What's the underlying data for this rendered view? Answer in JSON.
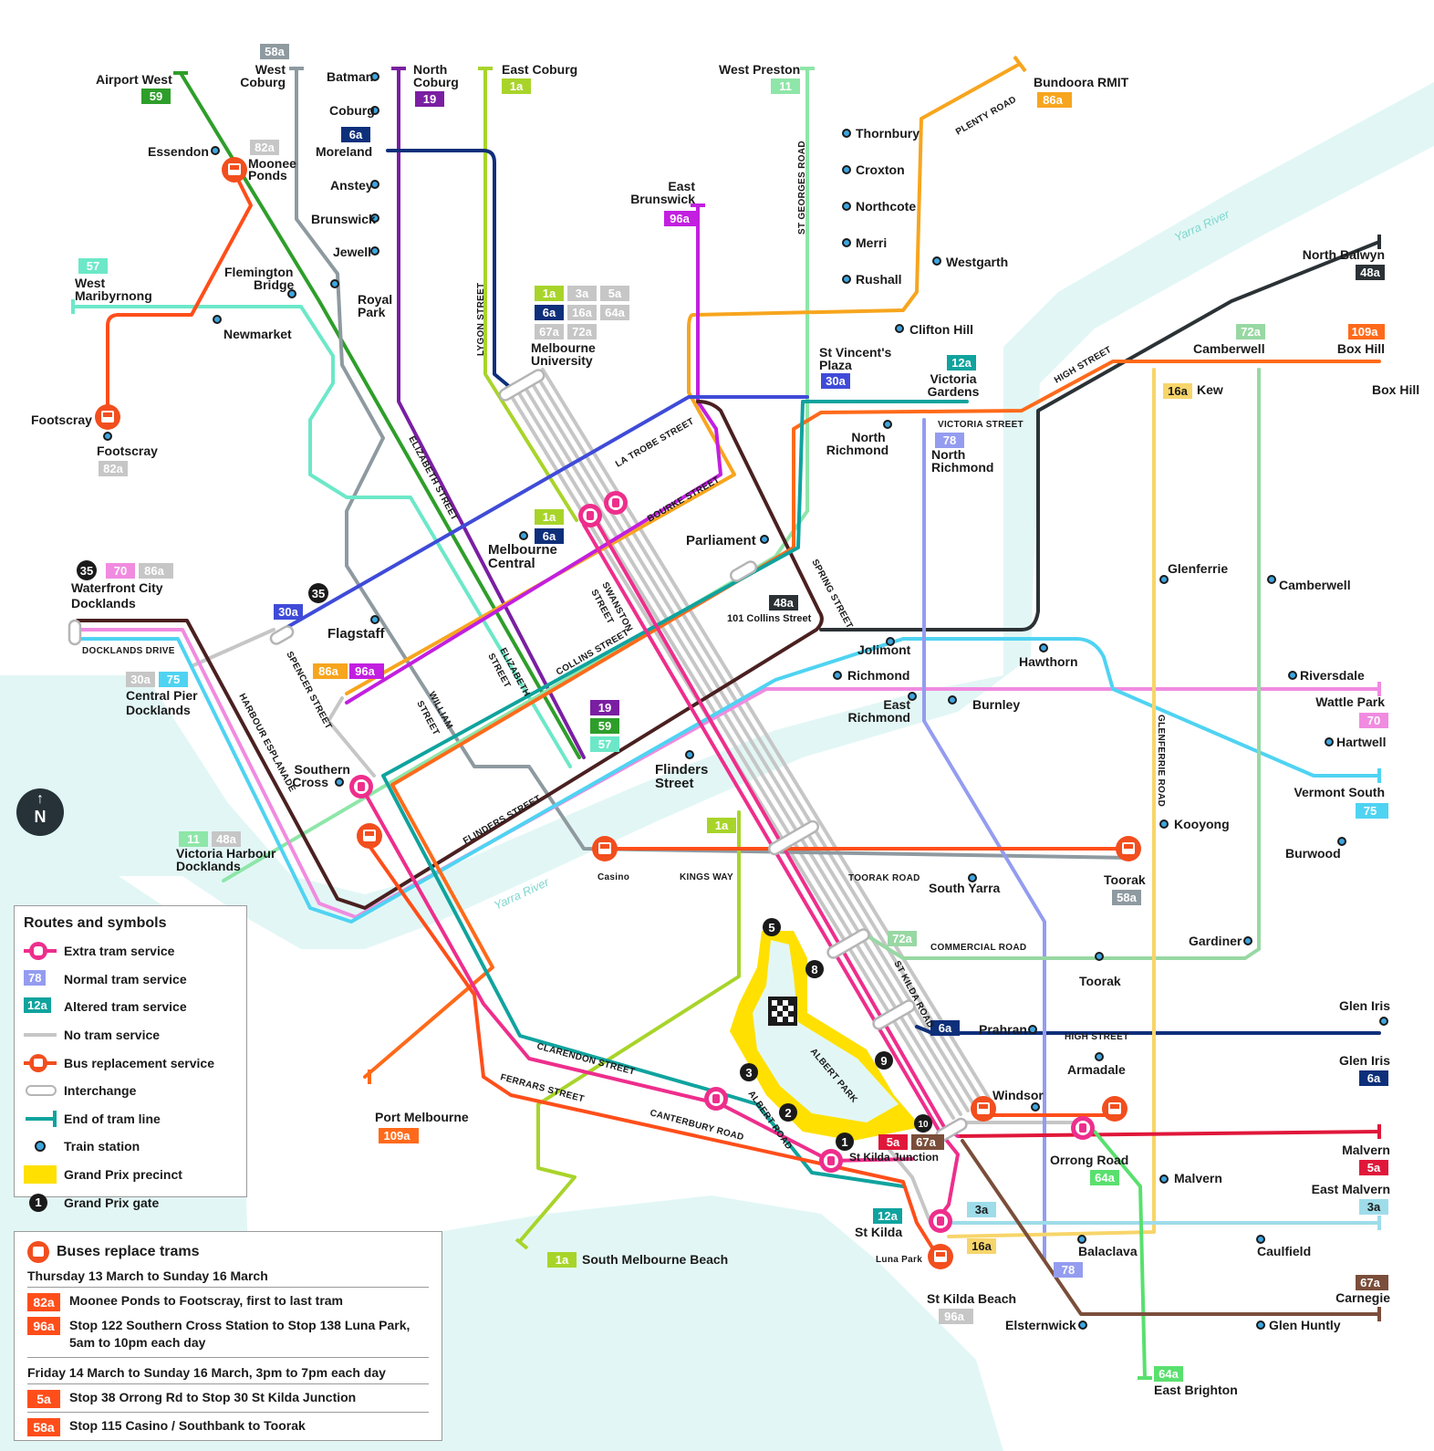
{
  "colors": {
    "water": "#e2f7f5",
    "r1a": "#a8d42a",
    "r3a": "#9fdcea",
    "r5a": "#e0173a",
    "r6a": "#0e2f7a",
    "r11": "#8ee6a8",
    "r12a": "#10a39e",
    "r16a": "#f7d56a",
    "r19": "#7a1fa2",
    "r30a": "#3f4bd8",
    "r35": "#1a1a1a",
    "r48a": "#2b3236",
    "r57": "#6ce8c8",
    "r58a": "#8e9aa0",
    "r59": "#2e9e2a",
    "r64a": "#59e06e",
    "r67a": "#7a4e3a",
    "r70": "#f08be0",
    "r72a": "#98d8a3",
    "r75": "#4fd3f2",
    "r78": "#949cf0",
    "r82a": "#ff4e1a",
    "r86a": "#f7a51e",
    "r96a": "#c21fe0",
    "r109a": "#ff6a1a",
    "extra": "#ee2e8c",
    "none": "#c6c6c6",
    "precinct": "#ffe000",
    "busred": "#f24e1e",
    "gate": "#1a1a1a",
    "brown": "#4a2020"
  },
  "badges": {
    "b58a": "58a",
    "b59": "59",
    "b19": "19",
    "b1a": "1a",
    "b6a": "6a",
    "b82a": "82a",
    "b57": "57",
    "b11": "11",
    "b86a": "86a",
    "b96a": "96a",
    "b30a": "30a",
    "b12a": "12a",
    "b78": "78",
    "b48a": "48a",
    "b72a": "72a",
    "b109a": "109a",
    "b16a": "16a",
    "b3a": "3a",
    "b5a": "5a",
    "b16a2": "16a",
    "b64a": "64a",
    "b67a": "67a",
    "b72a2": "72a",
    "b70": "70",
    "b75": "75",
    "b35": "35"
  },
  "places": {
    "airport_west": "Airport West",
    "west_coburg_1": "West",
    "west_coburg_2": "Coburg",
    "batman": "Batman",
    "north_coburg_1": "North",
    "north_coburg_2": "Coburg",
    "east_coburg": "East Coburg",
    "coburg": "Coburg",
    "essendon": "Essendon",
    "moonee_1": "Moonee",
    "moonee_2": "Ponds",
    "moreland": "Moreland",
    "anstey": "Anstey",
    "brunswick": "Brunswick",
    "jewell": "Jewell",
    "flemington_1": "Flemington",
    "flemington_2": "Bridge",
    "royal_1": "Royal",
    "royal_2": "Park",
    "west_maribyrnong_1": "West",
    "west_maribyrnong_2": "Maribyrnong",
    "newmarket": "Newmarket",
    "footscray": "Footscray",
    "footscray_stn": "Footscray",
    "melb_uni_1": "Melbourne",
    "melb_uni_2": "University",
    "west_preston": "West Preston",
    "bundoora": "Bundoora RMIT",
    "east_brunswick_1": "East",
    "east_brunswick_2": "Brunswick",
    "thornbury": "Thornbury",
    "croxton": "Croxton",
    "northcote": "Northcote",
    "merri": "Merri",
    "rushall": "Rushall",
    "westgarth": "Westgarth",
    "clifton_hill": "Clifton Hill",
    "north_balwyn": "North Balwyn",
    "st_vincents_1": "St Vincent's",
    "st_vincents_2": "Plaza",
    "victoria_gardens_1": "Victoria",
    "victoria_gardens_2": "Gardens",
    "camberwell_top": "Camberwell",
    "box_hill_top": "Box Hill",
    "box_hill": "Box Hill",
    "kew": "Kew",
    "north_richmond_stn_1": "North",
    "north_richmond_stn_2": "Richmond",
    "north_richmond_1": "North",
    "north_richmond_2": "Richmond",
    "melb_central_1": "Melbourne",
    "melb_central_2": "Central",
    "parliament": "Parliament",
    "waterfront_1": "Waterfront City",
    "waterfront_2": "Docklands",
    "flagstaff": "Flagstaff",
    "collins_101": "101 Collins Street",
    "jolimont": "Jolimont",
    "richmond": "Richmond",
    "hawthorn": "Hawthorn",
    "east_richmond_1": "East",
    "east_richmond_2": "Richmond",
    "burnley": "Burnley",
    "glenferrie": "Glenferrie",
    "camberwell_stn": "Camberwell",
    "riversdale": "Riversdale",
    "wattle_park": "Wattle Park",
    "hartwell": "Hartwell",
    "central_pier_1": "Central Pier",
    "central_pier_2": "Docklands",
    "southern_cross_1": "Southern",
    "southern_cross_2": "Cross",
    "flinders_1": "Flinders",
    "flinders_2": "Street",
    "vermont_south": "Vermont South",
    "victoria_harbour_1": "Victoria Harbour",
    "victoria_harbour_2": "Docklands",
    "kooyong": "Kooyong",
    "burwood": "Burwood",
    "casino": "Casino",
    "south_yarra": "South Yarra",
    "toorak_1": "Toorak",
    "toorak_2": "Toorak",
    "gardiner": "Gardiner",
    "prahran": "Prahran",
    "armadale": "Armadale",
    "glen_iris_stn": "Glen Iris",
    "glen_iris": "Glen Iris",
    "windsor": "Windsor",
    "port_melbourne": "Port Melbourne",
    "st_kilda_junction": "St Kilda Junction",
    "malvern_stn": "Malvern",
    "malvern": "Malvern",
    "orrong": "Orrong Road",
    "east_malvern": "East Malvern",
    "st_kilda": "St Kilda",
    "luna_park": "Luna Park",
    "balaclava": "Balaclava",
    "caulfield": "Caulfield",
    "south_melb_beach": "South Melbourne Beach",
    "carnegie": "Carnegie",
    "st_kilda_beach": "St Kilda Beach",
    "elsternwick": "Elsternwick",
    "glen_huntly": "Glen Huntly",
    "east_brighton": "East Brighton"
  },
  "roads": {
    "lygon": "LYGON STREET",
    "st_georges": "ST GEORGES ROAD",
    "plenty": "PLENTY ROAD",
    "elizabeth": "ELIZABETH STREET",
    "elizabeth2a": "ELIZABETH",
    "elizabeth2b": "STREET",
    "latrobe": "LA TROBE STREET",
    "bourke": "BOURKE STREET",
    "swanston_a": "SWANSTON",
    "swanston_b": "STREET",
    "spring": "SPRING STREET",
    "high_top": "HIGH STREET",
    "victoria_st": "VICTORIA STREET",
    "docklands_dr": "DOCKLANDS DRIVE",
    "spencer": "SPENCER STREET",
    "william_a": "WILLIAM",
    "william_b": "STREET",
    "collins": "COLLINS STREET",
    "harbour": "HARBOUR ESPLANADE",
    "flinders_st": "FLINDERS STREET",
    "kings_way": "KINGS WAY",
    "toorak_road": "TOORAK ROAD",
    "glenferrie_road": "GLENFERRIE ROAD",
    "commercial": "COMMERCIAL ROAD",
    "st_kilda_road": "ST KILDA ROAD",
    "high_street": "HIGH STREET",
    "albert_park": "ALBERT PARK",
    "clarendon": "CLARENDON STREET",
    "ferrars": "FERRARS STREET",
    "canterbury": "CANTERBURY ROAD",
    "albert_road": "ALBERT ROAD",
    "yarra_top": "Yarra River",
    "yarra_bottom": "Yarra River"
  },
  "gates": [
    "1",
    "2",
    "3",
    "5",
    "8",
    "9",
    "10"
  ],
  "compass": "N",
  "legend": {
    "title": "Routes and symbols",
    "items": [
      {
        "sym": "extra",
        "label": "Extra tram service"
      },
      {
        "sym": "normal",
        "label": "Normal tram service",
        "badge": "78"
      },
      {
        "sym": "altered",
        "label": "Altered tram service",
        "badge": "12a"
      },
      {
        "sym": "none",
        "label": "No tram service"
      },
      {
        "sym": "bus",
        "label": "Bus replacement service"
      },
      {
        "sym": "interchange",
        "label": "Interchange"
      },
      {
        "sym": "end",
        "label": "End of tram line"
      },
      {
        "sym": "train",
        "label": "Train station"
      },
      {
        "sym": "precinct",
        "label": "Grand Prix precinct"
      },
      {
        "sym": "gate",
        "label": "Grand Prix gate",
        "badge": "1"
      }
    ]
  },
  "buses": {
    "title": "Buses replace trams",
    "period1": "Thursday 13 March to Sunday 16 March",
    "period2": "Friday 14 March to Sunday 16 March, 3pm to 7pm each day",
    "rows1": [
      {
        "route": "82a",
        "text": "Moonee Ponds to Footscray, first to last tram"
      },
      {
        "route": "96a",
        "text": "Stop 122 Southern Cross Station to Stop 138 Luna Park, 5am to 10pm each day"
      }
    ],
    "rows2": [
      {
        "route": "5a",
        "text": "Stop 38 Orrong Rd to Stop 30 St Kilda Junction"
      },
      {
        "route": "58a",
        "text": "Stop 115 Casino / Southbank to Toorak"
      }
    ]
  }
}
